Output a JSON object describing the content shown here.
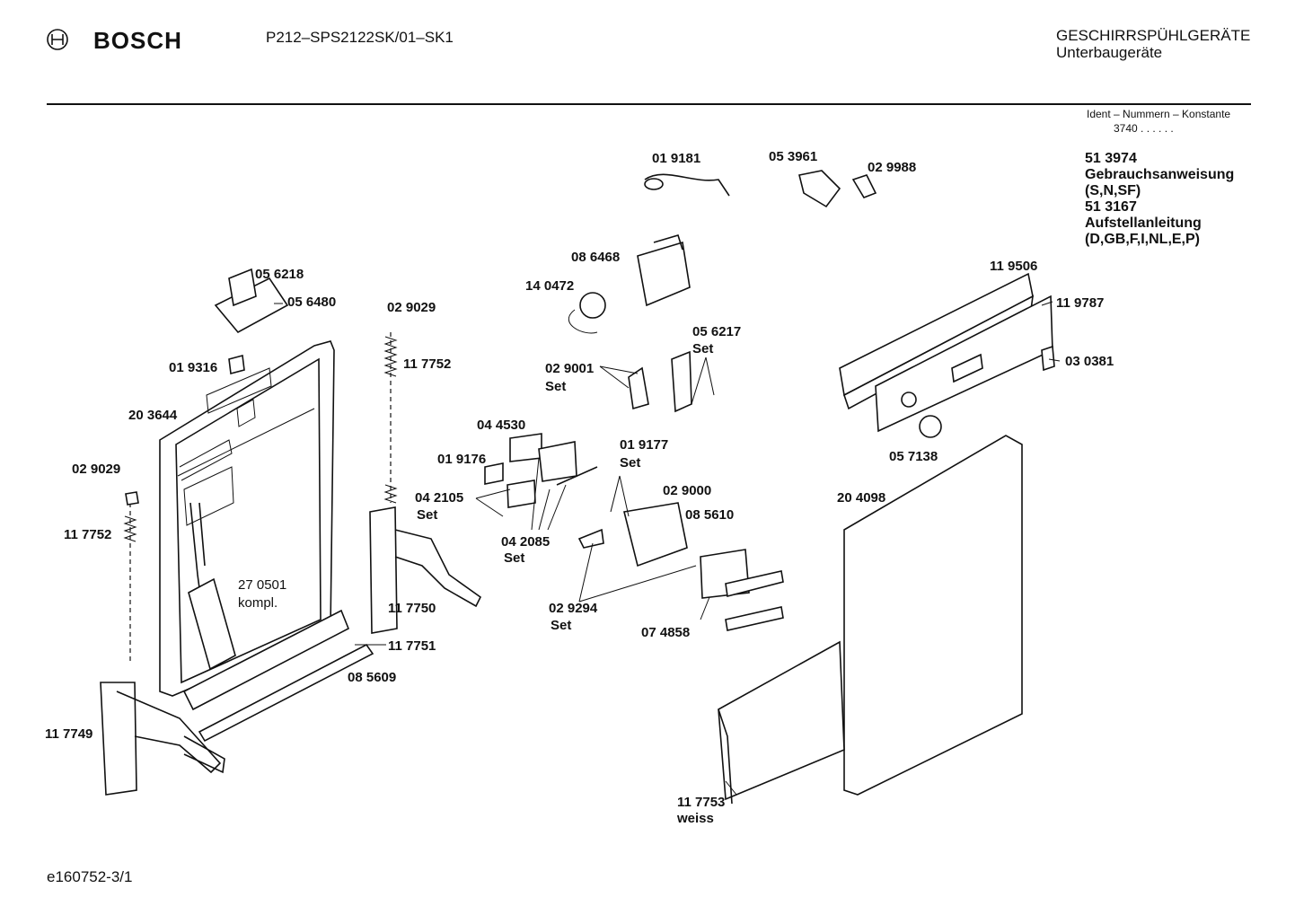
{
  "header": {
    "brand": "BOSCH",
    "model": "P212–SPS2122SK/01–SK1",
    "category": "GESCHIRRSPÜHLGERÄTE",
    "subcategory": "Unterbaugeräte",
    "ident_label": "Ident – Nummern – Konstante",
    "ident_value": "3740 . . . . . ."
  },
  "docs": {
    "manual_num": "51 3974",
    "manual_title": "Gebrauchsanweisung",
    "manual_langs": "(S,N,SF)",
    "install_num": "51 3167",
    "install_title": "Aufstellanleitung",
    "install_langs": "(D,GB,F,I,NL,E,P)"
  },
  "parts": {
    "p019181": "01 9181",
    "p053961": "05 3961",
    "p029988": "02 9988",
    "p086468": "08 6468",
    "p140472": "14 0472",
    "p056218": "05 6218",
    "p056480": "05 6480",
    "p029029a": "02 9029",
    "p117752a": "11 7752",
    "p019316": "01 9316",
    "p203644": "20 3644",
    "p029029b": "02 9029",
    "p117752b": "11 7752",
    "p119506": "11 9506",
    "p119787": "11 9787",
    "p030381": "03 0381",
    "p056217": "05 6217",
    "p056217set": "Set",
    "p029001": "02 9001",
    "p029001set": "Set",
    "p044530": "04 4530",
    "p019176": "01 9176",
    "p019177": "01 9177",
    "p019177set": "Set",
    "p057138": "05 7138",
    "p042105": "04 2105",
    "p042105set": "Set",
    "p029000": "02 9000",
    "p085610": "08 5610",
    "p204098": "20 4098",
    "p042085": "04 2085",
    "p042085set": "Set",
    "p270501": "27 0501",
    "p270501kompl": "kompl.",
    "p117750": "11 7750",
    "p029294": "02 9294",
    "p029294set": "Set",
    "p074858": "07 4858",
    "p117751": "11 7751",
    "p085609": "08 5609",
    "p117749": "11 7749",
    "p117753": "11 7753",
    "p117753weiss": "weiss"
  },
  "footer": {
    "code": "e160752-3/1"
  }
}
